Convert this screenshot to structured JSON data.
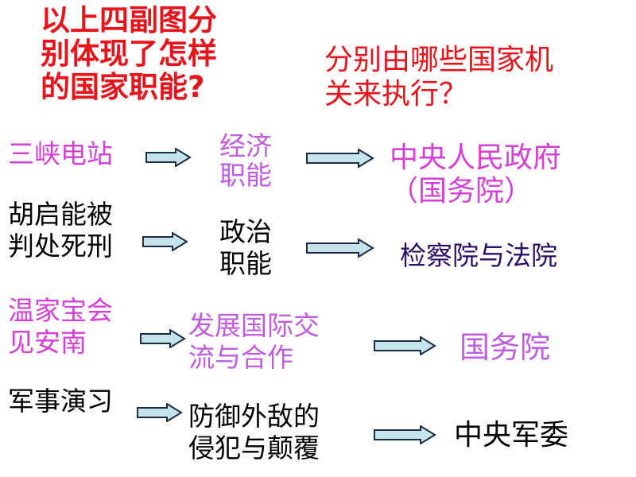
{
  "question_left": [
    "以上四副图分",
    "别体现了怎样",
    "的国家职能?"
  ],
  "question_right": [
    "分别由哪些国家机",
    "关来执行？"
  ],
  "rows": [
    {
      "event": [
        "三峡电站"
      ],
      "function": [
        "经济",
        "职能"
      ],
      "organ": [
        "中央人民政府",
        "（国务院）"
      ]
    },
    {
      "event": [
        "胡启能被",
        "判处死刑"
      ],
      "function": [
        "政治",
        "职能"
      ],
      "organ": [
        "检察院与法院"
      ]
    },
    {
      "event": [
        "温家宝会",
        "见安南"
      ],
      "function": [
        "发展国际交",
        "流与合作"
      ],
      "organ": [
        "国务院"
      ]
    },
    {
      "event": [
        "军事演习"
      ],
      "function": [
        "防御外敌的",
        "侵犯与颠覆"
      ],
      "organ": [
        "中央军委"
      ]
    }
  ],
  "colors": {
    "question": "#e8141c",
    "pink_text": "#d63fd6",
    "lavender_text": "#c05ce0",
    "navy_text": "#2b0f66",
    "black_text": "#000000",
    "arrow_fill": "#c5e3ea",
    "arrow_stroke": "#1b2c43"
  },
  "icons": {
    "arrow": "right-arrow-icon"
  }
}
